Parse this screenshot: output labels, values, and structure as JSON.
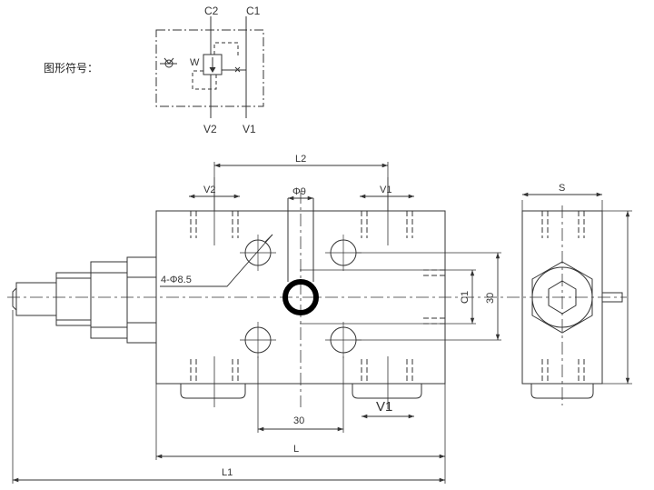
{
  "symbol": {
    "label": "图形符号：",
    "ports": {
      "c2": "C2",
      "c1": "C1",
      "v2": "V2",
      "v1": "V1"
    },
    "spring_mark": "W"
  },
  "dimensions": {
    "l2": "L2",
    "v2": "V2",
    "phi9": "Φ9",
    "v1_top": "V1",
    "s": "S",
    "hole": "4-Φ8.5",
    "c1": "C1",
    "spacing_30_vertical": "30",
    "spacing_30_horizontal": "30",
    "v1_bottom": "V1",
    "l": "L",
    "l1": "L1"
  },
  "colors": {
    "line": "#333333",
    "accent": "#000000"
  }
}
